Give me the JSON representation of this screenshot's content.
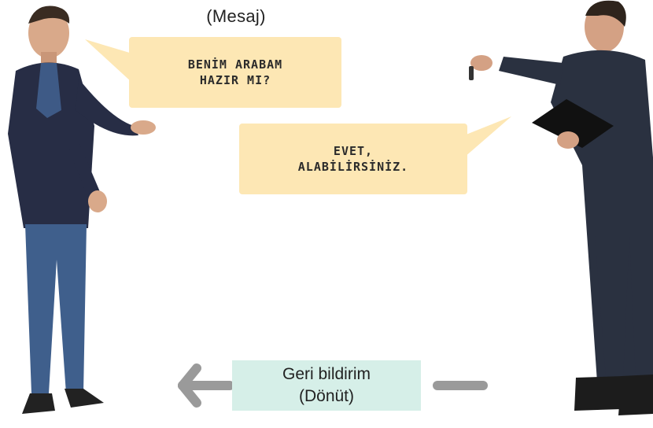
{
  "caption": "(Mesaj)",
  "bubbles": {
    "customer": {
      "line1": "BENİM ARABAM",
      "line2": "HAZIR MI?"
    },
    "mechanic": {
      "line1": "EVET,",
      "line2": "ALABİLİRSİNİZ."
    }
  },
  "feedback": {
    "line1": "Geri bildirim",
    "line2": "(Dönüt)"
  },
  "colors": {
    "bubble": "#fde7b4",
    "feedback": "#d6efe8",
    "arrow": "#9a9a9a"
  },
  "illustrations": {
    "left_person": "customer-figure",
    "right_person": "mechanic-figure"
  }
}
